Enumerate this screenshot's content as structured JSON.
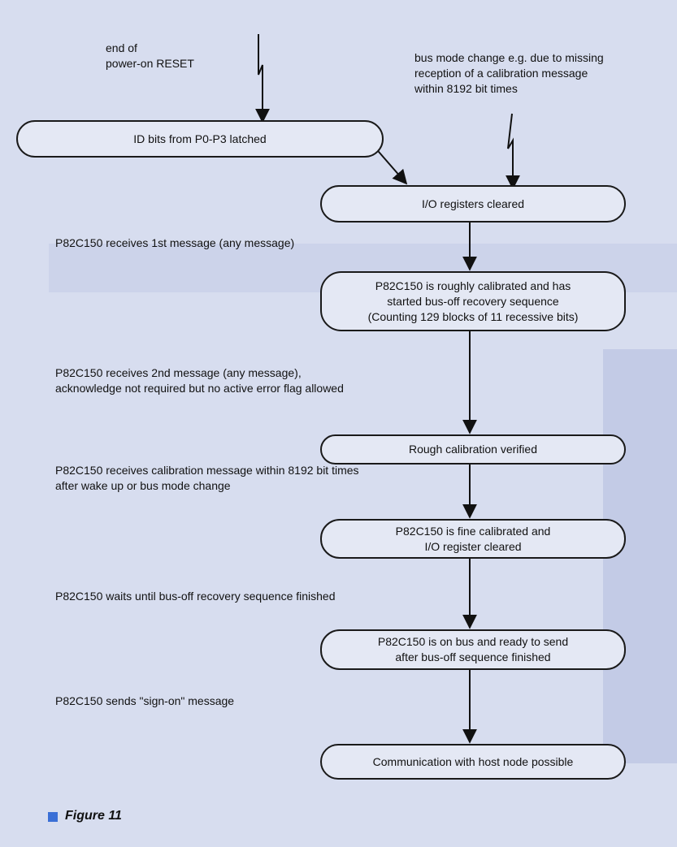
{
  "labels": {
    "reset": "end of\npower-on RESET",
    "bus_mode": "bus mode change e.g. due to missing\nreception of a calibration message\nwithin 8192 bit times"
  },
  "boxes": {
    "id_bits": "ID bits from P0-P3 latched",
    "io_cleared": "I/O registers cleared",
    "rough_calibrated": "P82C150 is roughly calibrated and has\nstarted bus-off recovery sequence\n(Counting 129 blocks of 11 recessive bits)",
    "rough_verified": "Rough calibration verified",
    "fine_calibrated": "P82C150 is fine calibrated and\nI/O register cleared",
    "on_bus": "P82C150 is on bus and ready to send\nafter bus-off sequence finished",
    "communication": "Communication with host node possible"
  },
  "notes": {
    "first_message": "P82C150 receives 1st message (any message)",
    "second_message": "P82C150 receives 2nd message (any message),\nacknowledge not required but no active error flag allowed",
    "calibration_message": "P82C150 receives calibration message within 8192 bit times\nafter wake up or bus mode change",
    "waits": "P82C150 waits until bus-off recovery sequence finished",
    "sign_on": "P82C150 sends \"sign-on\" message"
  },
  "caption": "Figure 11",
  "colors": {
    "figure_marker": "#3a6fd6",
    "background": "#d7ddef",
    "box_fill": "#e4e8f4"
  }
}
